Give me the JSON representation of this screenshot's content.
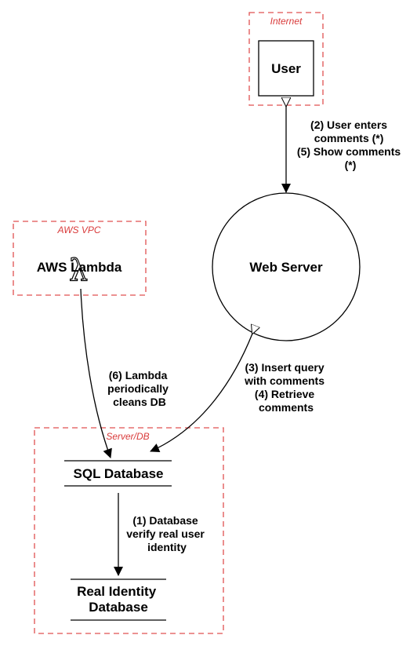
{
  "boundaries": {
    "internet": "Internet",
    "aws_vpc": "AWS VPC",
    "server_db": "Server/DB"
  },
  "nodes": {
    "user": "User",
    "web_server": "Web Server",
    "aws_lambda": "AWS Lambda",
    "sql_database": "SQL Database",
    "real_identity_db": [
      "Real Identity",
      "Database"
    ]
  },
  "flows": {
    "user_web": [
      "(2) User enters",
      "comments (*)",
      "(5) Show comments",
      "(*)"
    ],
    "web_sql": [
      "(3) Insert query",
      "with comments",
      "(4) Retrieve",
      "comments"
    ],
    "lambda_sql": [
      "(6) Lambda",
      "periodically",
      "cleans DB"
    ],
    "sql_identity": [
      "(1) Database",
      "verify real user",
      "identity"
    ]
  },
  "colors": {
    "boundary": "#e05050",
    "boundary_text": "#d93a3a",
    "stroke": "#000000"
  },
  "icons": {
    "lambda": "lambda-icon"
  }
}
